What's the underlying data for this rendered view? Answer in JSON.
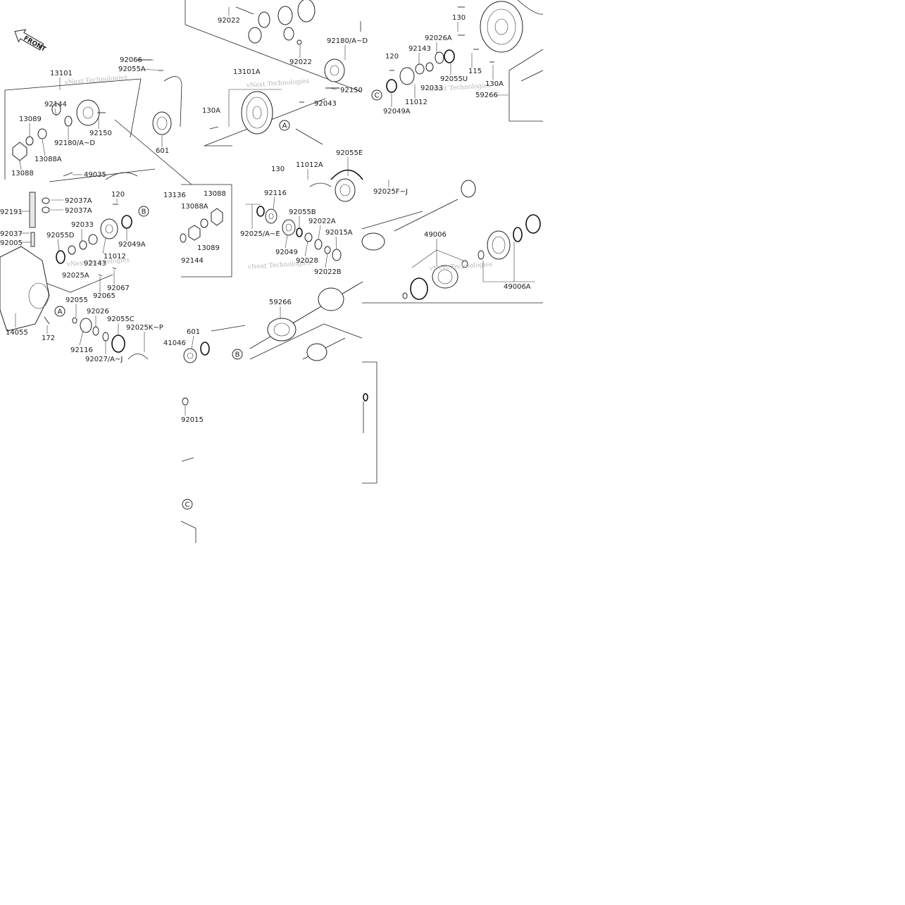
{
  "diagram": {
    "front_label": "FRONT",
    "watermark": "vNext Technologies",
    "callouts": {
      "a": "A",
      "b": "B",
      "c": "C"
    },
    "part_labels": [
      "92022",
      "92022",
      "92180/A~D",
      "92150",
      "13101A",
      "130A",
      "92043",
      "130",
      "92026A",
      "92143",
      "120",
      "92055U",
      "92033",
      "115",
      "130A",
      "11012",
      "59266",
      "92049A",
      "92066",
      "92055A",
      "13101",
      "92144",
      "13089",
      "92150",
      "92180/A~D",
      "13088A",
      "601",
      "13088",
      "49035",
      "92055E",
      "11012A",
      "130",
      "92025F~J",
      "92116",
      "92055B",
      "92022A",
      "92015A",
      "92025/A~E",
      "92049",
      "92028",
      "92022B",
      "92037A",
      "92037A",
      "120",
      "92191",
      "92037",
      "92005",
      "92055D",
      "92033",
      "92143",
      "11012",
      "92049A",
      "92025A",
      "92065",
      "92067",
      "13136",
      "13088",
      "13088A",
      "13089",
      "92144",
      "49006",
      "49006A",
      "92055",
      "92026",
      "92055C",
      "92025K~P",
      "14055",
      "172",
      "92116",
      "92027/A~J",
      "59266",
      "601",
      "41046",
      "92015"
    ]
  }
}
